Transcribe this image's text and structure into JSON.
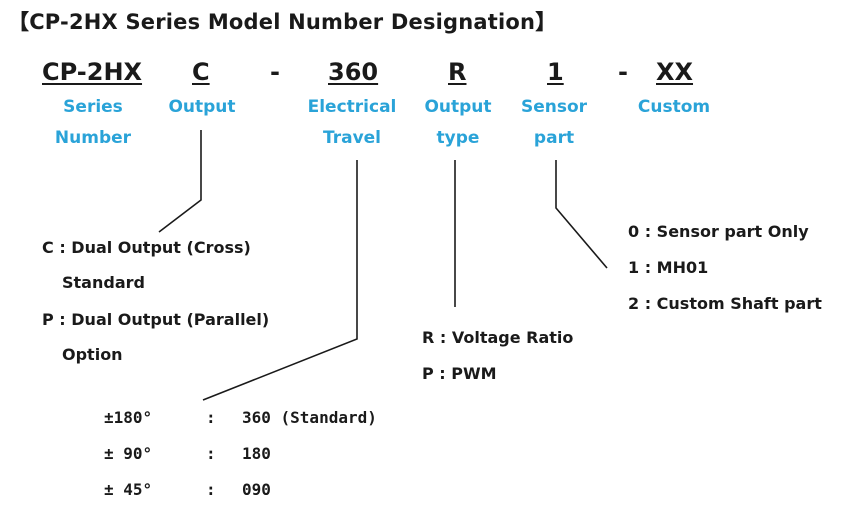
{
  "title": "【CP-2HX Series Model Number Designation】",
  "segments": {
    "series": "CP-2HX",
    "output": "C",
    "dash1": "-",
    "travel": "360",
    "output_type": "R",
    "sensor": "1",
    "dash2": "-",
    "custom": "XX"
  },
  "labels": {
    "series_1": "Series",
    "series_2": "Number",
    "output": "Output",
    "travel_1": "Electrical",
    "travel_2": "Travel",
    "otype_1": "Output",
    "otype_2": "type",
    "sensor_1": "Sensor",
    "sensor_2": "part",
    "custom": "Custom"
  },
  "output_options": {
    "c_line": "C : Dual Output (Cross)",
    "c_note": "Standard",
    "p_line": "P : Dual Output (Parallel)",
    "p_note": "Option"
  },
  "travel_options": [
    {
      "angle": "±180°",
      "sep": ":",
      "code": "360 (Standard)"
    },
    {
      "angle": "±  90°",
      "sep": ":",
      "code": "180"
    },
    {
      "angle": "±  45°",
      "sep": ":",
      "code": "090"
    }
  ],
  "output_type_options": {
    "r": "R : Voltage Ratio",
    "p": "P : PWM"
  },
  "sensor_options": {
    "o0": "0 : Sensor part Only",
    "o1": "1 : MH01",
    "o2": "2 : Custom Shaft part"
  },
  "colors": {
    "label": "#2aa3d8",
    "text": "#1a1a1a"
  }
}
